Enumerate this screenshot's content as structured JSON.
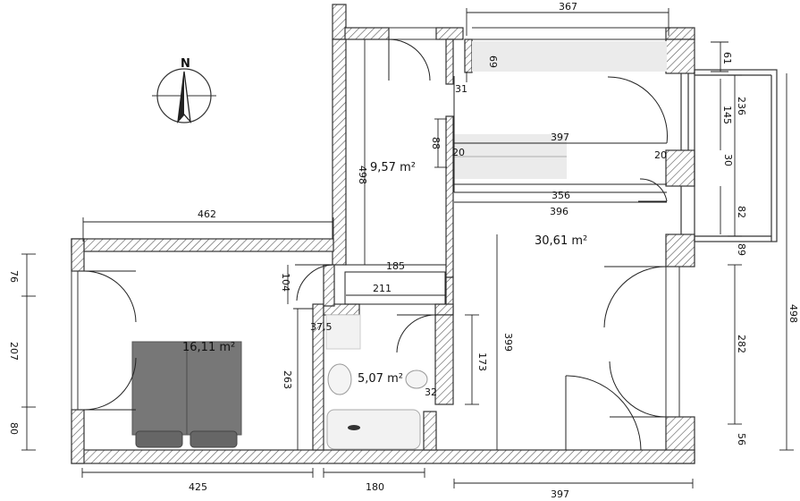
{
  "compass": {
    "label": "N"
  },
  "rooms": [
    {
      "key": "hall",
      "area": "9,57 m²"
    },
    {
      "key": "living",
      "area": "30,61 m²"
    },
    {
      "key": "bedroom",
      "area": "16,11 m²"
    },
    {
      "key": "bath",
      "area": "5,07 m²"
    }
  ],
  "dimensions": {
    "d367": "367",
    "d69": "69",
    "d31": "31",
    "d61": "61",
    "d236": "236",
    "d145": "145",
    "d88": "88",
    "d397_mid": "397",
    "d20a": "20",
    "d20b": "20",
    "d30": "30",
    "d498_hall": "498",
    "d356": "356",
    "d396": "396",
    "d82": "82",
    "d89": "89",
    "d462": "462",
    "d104": "104",
    "d185": "185",
    "d211": "211",
    "d37_5": "37,5",
    "d399": "399",
    "d173": "173",
    "d282": "282",
    "d498_right": "498",
    "d76": "76",
    "d207": "207",
    "d80": "80",
    "d263": "263",
    "d32": "32",
    "d56": "56",
    "d425": "425",
    "d180": "180",
    "d397_bottom": "397"
  }
}
